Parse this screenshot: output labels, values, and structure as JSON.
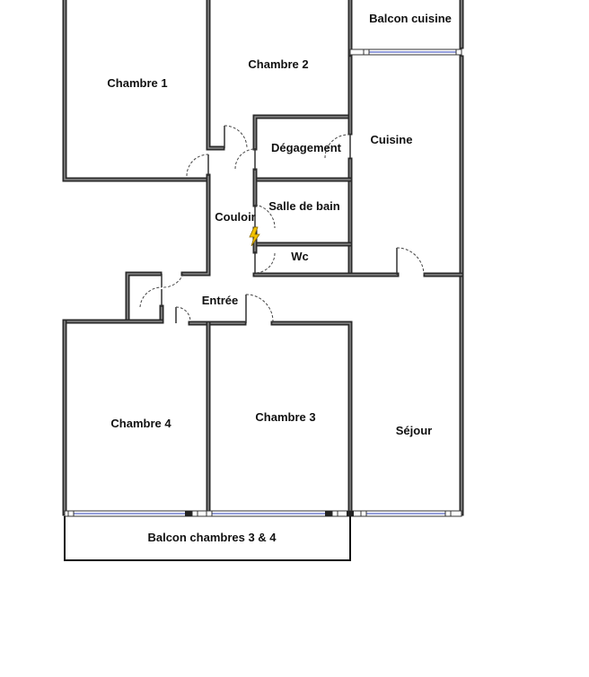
{
  "rooms": {
    "chambre1": "Chambre 1",
    "chambre2": "Chambre 2",
    "balcon_cuisine": "Balcon cuisine",
    "degagement": "Dégagement",
    "cuisine": "Cuisine",
    "salle_de_bain": "Salle de bain",
    "couloir": "Couloir",
    "wc": "Wc",
    "entree": "Entrée",
    "chambre4": "Chambre 4",
    "chambre3": "Chambre 3",
    "sejour": "Séjour",
    "balcon_chambres": "Balcon chambres 3 & 4"
  },
  "colors": {
    "wall": "#2a2a2a",
    "window_glass": "#2b3fb8",
    "electrical_symbol": "#f2c200"
  },
  "icons": {
    "electrical_panel": "lightning-bolt-icon"
  }
}
